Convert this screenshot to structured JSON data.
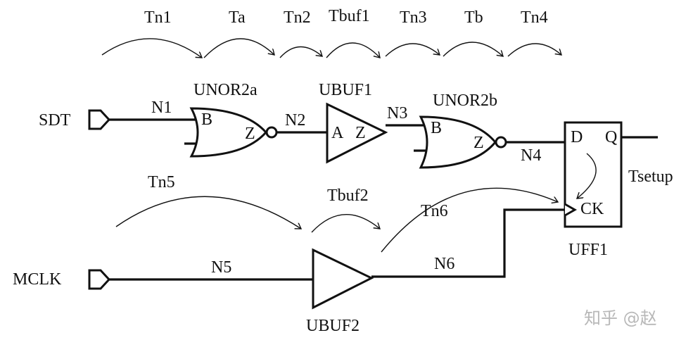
{
  "timing": {
    "tn1": "Tn1",
    "ta": "Ta",
    "tn2": "Tn2",
    "tbuf1": "Tbuf1",
    "tn3": "Tn3",
    "tb": "Tb",
    "tn4": "Tn4",
    "tn5": "Tn5",
    "tbuf2": "Tbuf2",
    "tn6": "Tn6",
    "tsetup": "Tsetup"
  },
  "ports": {
    "sdt": "SDT",
    "mclk": "MCLK"
  },
  "nets": {
    "n1": "N1",
    "n2": "N2",
    "n3": "N3",
    "n4": "N4",
    "n5": "N5",
    "n6": "N6"
  },
  "cells": {
    "unor2a": {
      "name": "UNOR2a",
      "pin_b": "B",
      "pin_z": "Z"
    },
    "ubuf1": {
      "name": "UBUF1",
      "pin_a": "A",
      "pin_z": "Z"
    },
    "unor2b": {
      "name": "UNOR2b",
      "pin_b": "B",
      "pin_z": "Z"
    },
    "uff1": {
      "name": "UFF1",
      "pin_d": "D",
      "pin_q": "Q",
      "pin_ck": "CK"
    },
    "ubuf2": {
      "name": "UBUF2"
    }
  },
  "watermark": "知乎 @赵"
}
